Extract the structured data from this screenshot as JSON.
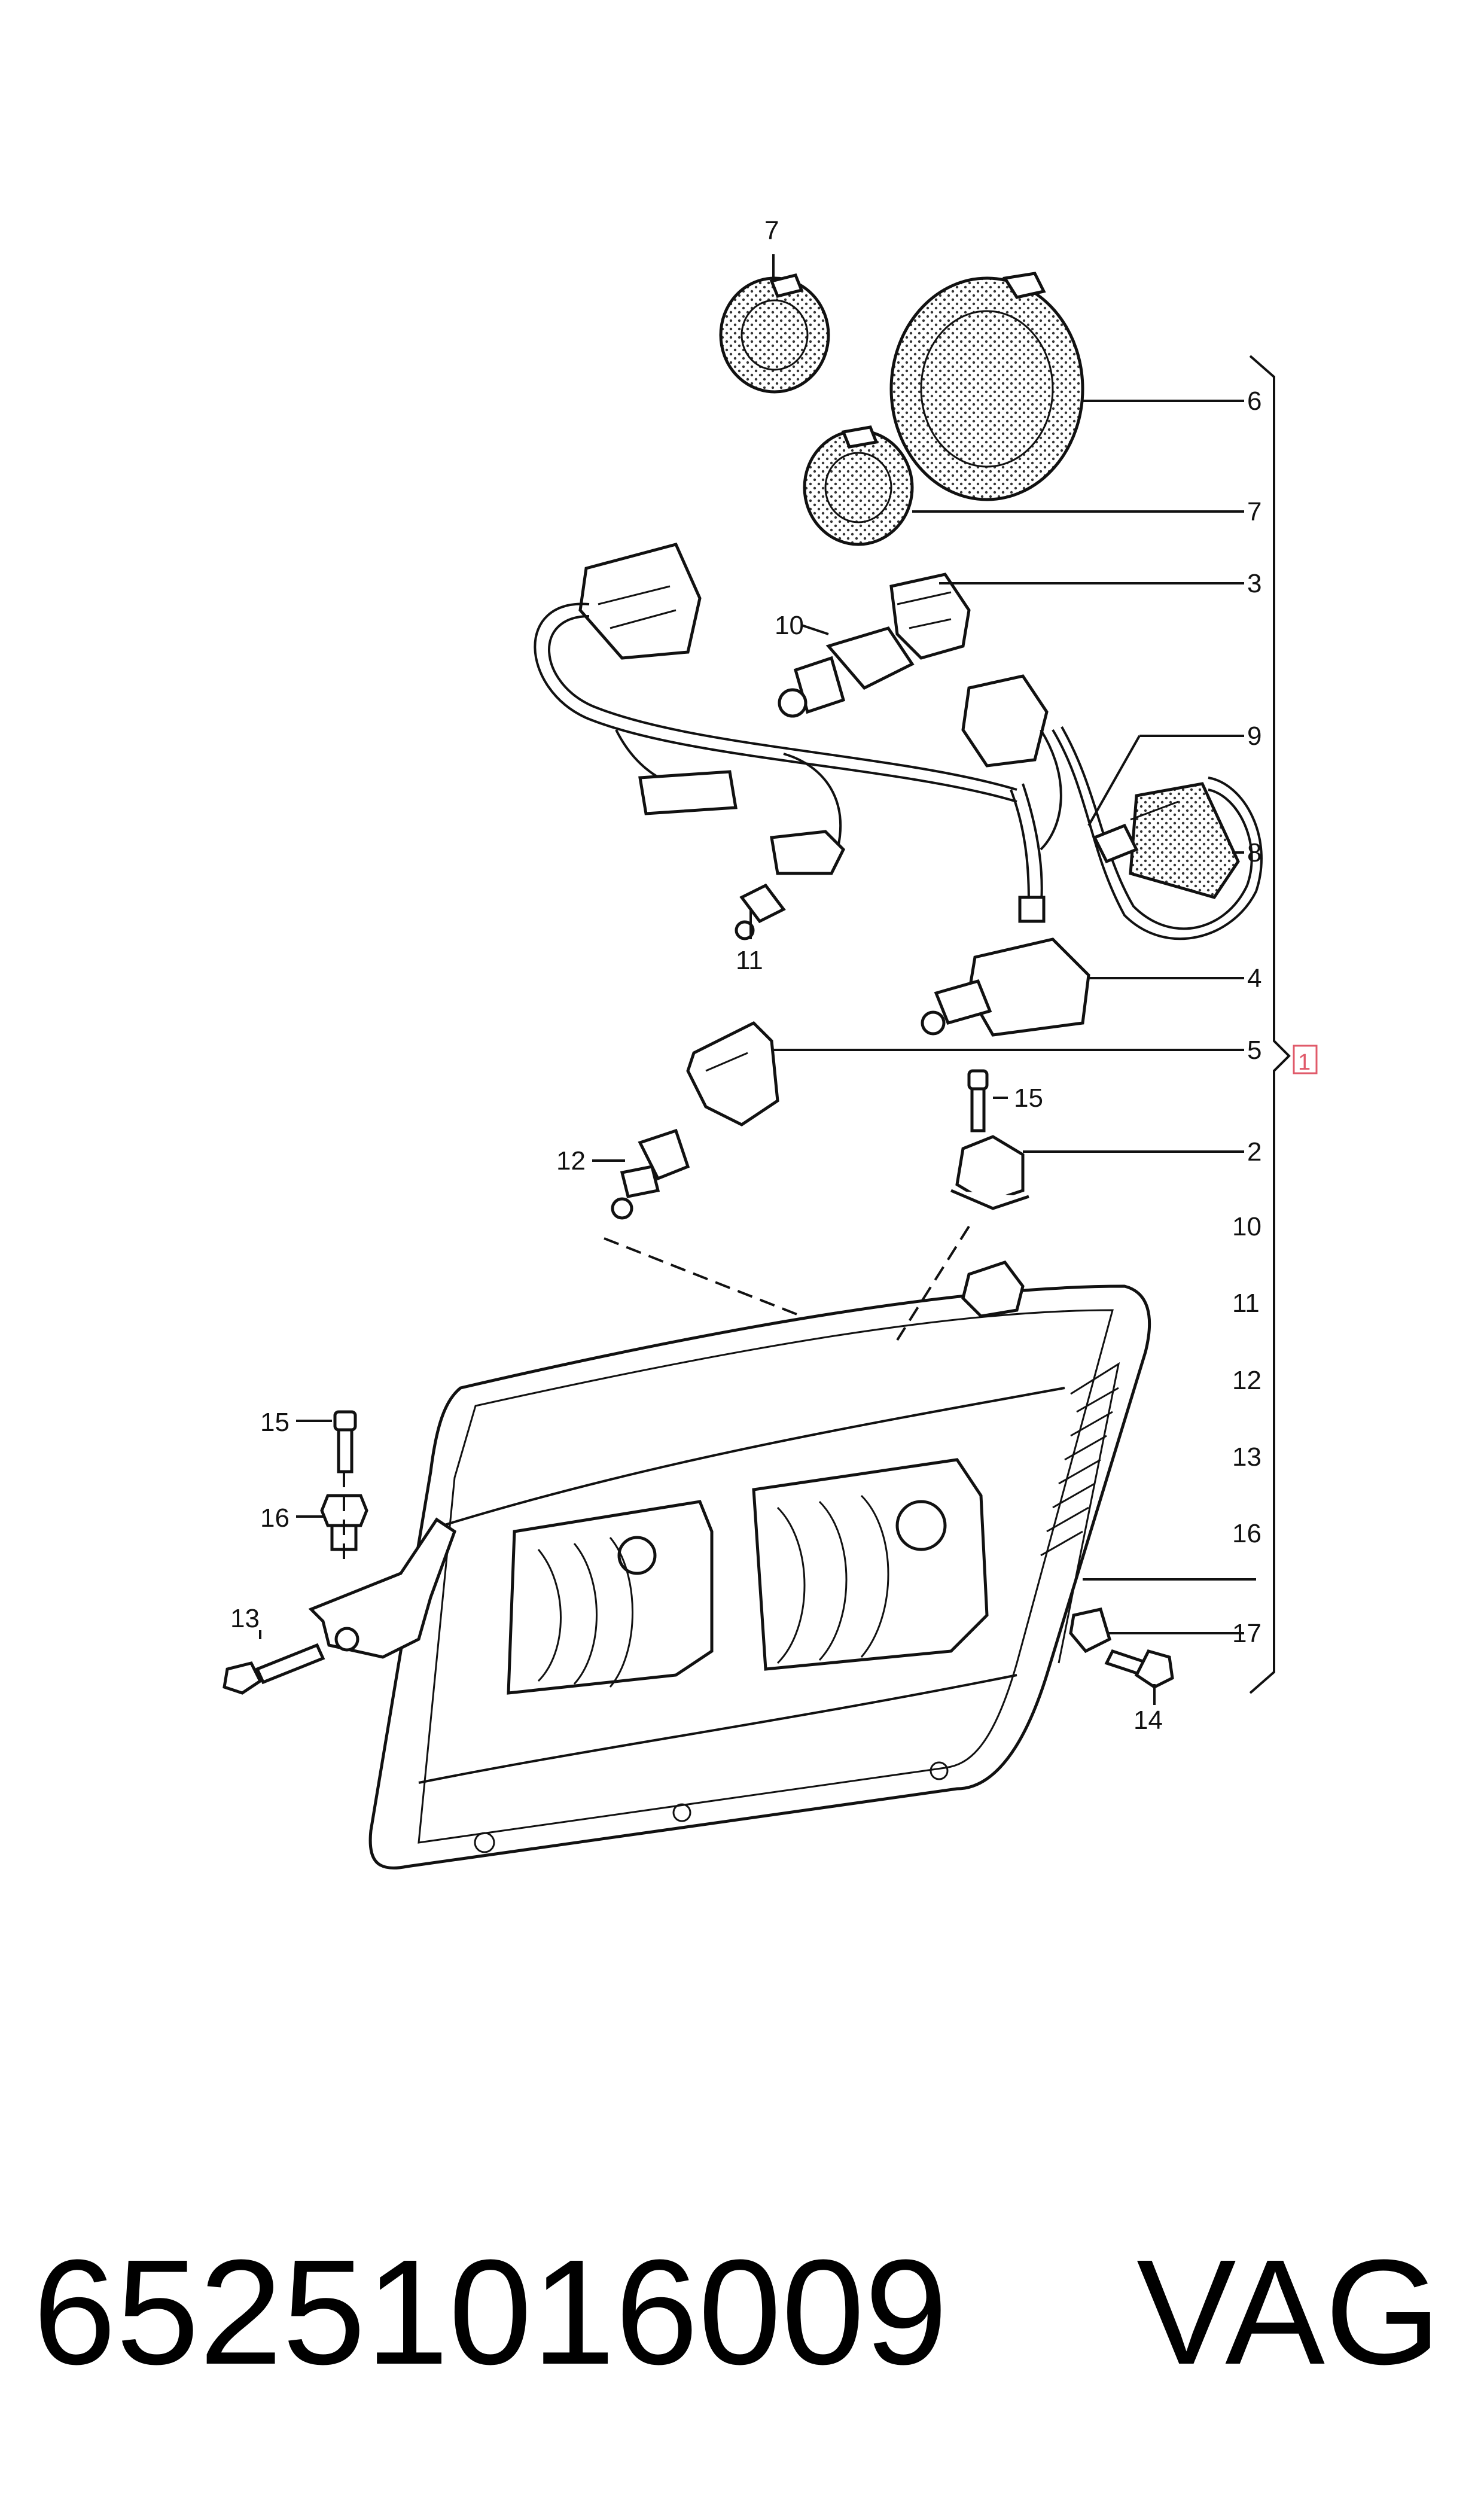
{
  "callouts": {
    "c7_top": "7",
    "c6": "6",
    "c7_right": "7",
    "c3": "3",
    "c10_left": "10",
    "c9": "9",
    "c8": "8",
    "c11_left": "11",
    "c4": "4",
    "c5": "5",
    "c1": "1",
    "c15_top": "15",
    "c12_left": "12",
    "c2": "2",
    "c10_list": "10",
    "c11_list": "11",
    "c12_list": "12",
    "c13_list": "13",
    "c16_list": "16",
    "c15_left": "15",
    "c16_left": "16",
    "c13_left": "13",
    "c17": "17",
    "c14": "14"
  },
  "footer": {
    "part_number": "65251016009",
    "brand": "VAG"
  },
  "colors": {
    "line": "#111111",
    "background": "#ffffff",
    "highlight_box": "#e05a6a"
  }
}
